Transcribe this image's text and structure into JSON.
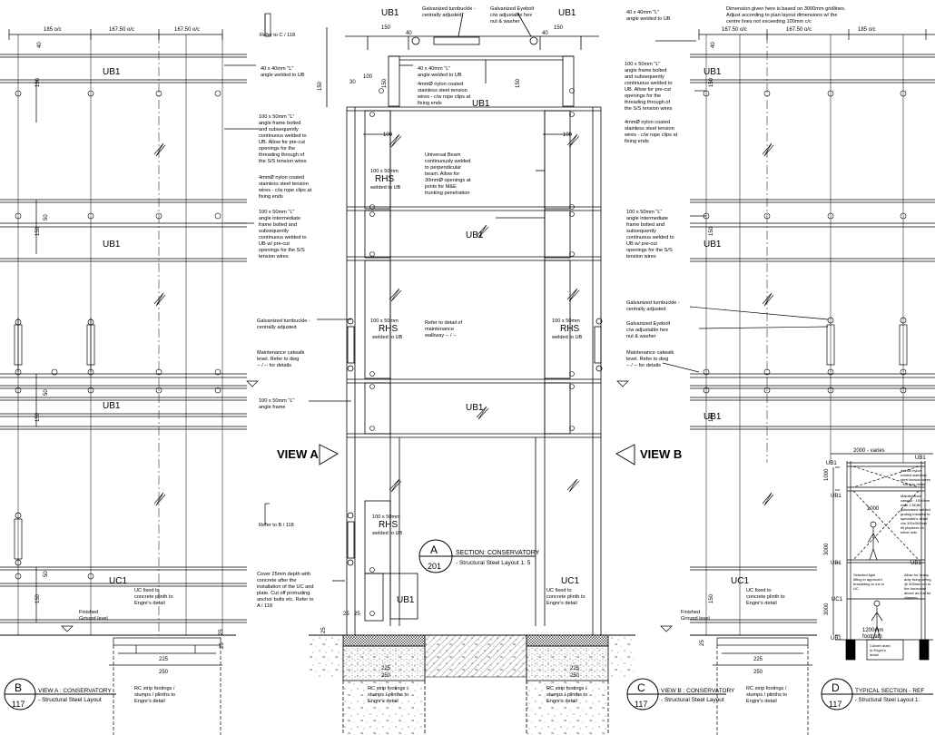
{
  "beam_labels": {
    "ub1": "UB1",
    "uc1": "UC1",
    "rhs": "RHS"
  },
  "dims": {
    "d185": "185 o/c",
    "d167": "167.50 o/c",
    "d40": "40",
    "d150": "150",
    "d100": "100",
    "d50": "50",
    "d25": "25",
    "d225": "225",
    "d250": "250",
    "d30": "30",
    "d2000": "2000 - varies",
    "d1000": "1000",
    "d3000": "3000",
    "d1200": "1200mm",
    "d1200b": "footpath"
  },
  "notes": {
    "refer_c118": "Refer to C / 118",
    "refer_b118": "Refer to B / 118",
    "angle_40_l1": "40 x 40mm \"L\"",
    "angle_40_l2": "angle welded to UB",
    "turnbuckle_top_l1": "Galvanized turnbuckle -",
    "turnbuckle_top_l2": "centrally adjusted",
    "eyebolt_top_l1": "Galvanized Eyebolt",
    "eyebolt_top_l2": "c/w adjustable hex",
    "eyebolt_top_l3": "nut & washer",
    "nylon_l1": "4mmØ nylon coated",
    "nylon_l2": "stainless steel tension",
    "nylon_l3": "wires  - c/w rope clips at",
    "nylon_l4": "fixing ends",
    "angle_100_l1": "100 x 50mm \"L\"",
    "angle_100_l2": "angle frame bolted",
    "angle_100_l3": "and subsequently",
    "angle_100_l4": "continuous welded to",
    "angle_100_l5": "UB. Allow for pre-cut",
    "angle_100_l6": "openings for the",
    "angle_100_l7": "threading through of",
    "angle_100_l8": "the S/S tension wires",
    "inter_l1": "100 x 50mm \"L\"",
    "inter_l2": "angle intermediate",
    "inter_l3": "frame bolted and",
    "inter_l4": "subsequently",
    "inter_l5": "continuous welded to",
    "inter_l6": "UB w/ pre-cut",
    "inter_l7": "openings for the S/S",
    "inter_l8": "tension wires",
    "rhs_l1": "100 x 50mm",
    "rhs_l3": "welded to UB",
    "ub_cont_l1": "Universal Beam",
    "ub_cont_l2": "continuously welded",
    "ub_cont_l3": "to perpendicular",
    "ub_cont_l4": "beam. Allow for",
    "ub_cont_l5": "30mmØ openings at",
    "ub_cont_l6": "joints for M&E",
    "ub_cont_l7": "trunking penetration",
    "walkway_l1": "Refer to detail of",
    "walkway_l2": "maintenance",
    "walkway_l3": "walkway  -- / --",
    "turnbuckle_l1": "Galvanized turnbuckle -",
    "turnbuckle_l2": "centrally adjusted",
    "catwalk_l1": "Maintenance catwalk",
    "catwalk_l2": "level. Refer to dwg",
    "catwalk_l3": "-- / -- for details",
    "angle_frame_l1": "100 x 50mm \"L\"",
    "angle_frame_l2": "angle frame",
    "cover_l1": "Cover 25mm depth with",
    "cover_l2": "concrete after the",
    "cover_l3": "installation of the UC and",
    "cover_l4": "plate. Cut off protruding",
    "cover_l5": "anchor bolts etc. Refer to",
    "cover_l6": "A / 118",
    "uc_fixed_l1": "UC fixed to",
    "uc_fixed_l2": "concrete plinth to",
    "uc_fixed_l3": "Engnr's detail",
    "ground_l1": "Finished",
    "ground_l2": "Ground level",
    "rc_l1": "RC strip footings /",
    "rc_l2": "stumps / plinths to",
    "rc_l3": "Engnr's detail",
    "dim_given_l1": "Dimension given here is based on 3000mm gridlines.",
    "dim_given_l2": "Adjust according to plan layout dimensions w/ the",
    "dim_given_l3": "centre lines not exceeding 100mm c/c",
    "eyebolt_r_l1": "Galvanized Eyebolt",
    "eyebolt_r_l2": "c/w adjustable hex",
    "eyebolt_r_l3": "nut & washer",
    "ref_nylon_l1": "4mmØ nylon",
    "ref_nylon_l2": "coated stainless",
    "ref_nylon_l3": "steel tension wires",
    "ref_nylon_l4": "- fixing to detail",
    "ref_maint_l1": "Maintenance",
    "ref_maint_l2": "catwalk : 1000mm",
    "ref_maint_l3": "wide 1.5DiM",
    "ref_maint_l4": "galvanised welded",
    "ref_maint_l5": "grating installed to",
    "ref_maint_l6": "specialist's detail",
    "ref_maint_l7": "c/w 300x300mm",
    "ref_maint_l8": "tilt plankers on",
    "ref_maint_l9": "either side",
    "ref_light_l1": "Selected light",
    "ref_light_l2": "fitting in approved",
    "ref_light_l3": "bracketing to run in",
    "ref_light_l4": "UC",
    "ref_heavy_l1": "Allow for heavy",
    "ref_heavy_l2": "duty fixing wiring",
    "ref_heavy_l3": "@ 300mm c/c to",
    "ref_heavy_l4": "the horizontal",
    "ref_heavy_l5": "above as leaf for",
    "ref_heavy_l6": "climbers",
    "culvert_l1": "Culvert drain",
    "culvert_l2": "to Engnr's",
    "culvert_l3": "detail"
  },
  "views": {
    "view_a": "VIEW A",
    "view_b": "VIEW B"
  },
  "callouts": {
    "a": {
      "letter": "A",
      "sheet": "201",
      "title": "SECTION: CONSERVATORY",
      "sub": "- Structural Steel Layout   1: 5"
    },
    "b": {
      "letter": "B",
      "sheet": "117",
      "title": "VIEW A : CONSERVATORY",
      "sub": "- Structural Steel Layout"
    },
    "c": {
      "letter": "C",
      "sheet": "117",
      "title": "VIEW B : CONSERVATORY",
      "sub": "- Structural Steel Layout"
    },
    "d": {
      "letter": "D",
      "sheet": "117",
      "title": "TYPICAL SECTION - REF",
      "sub": "- Structural Steel Layout 1:"
    }
  }
}
